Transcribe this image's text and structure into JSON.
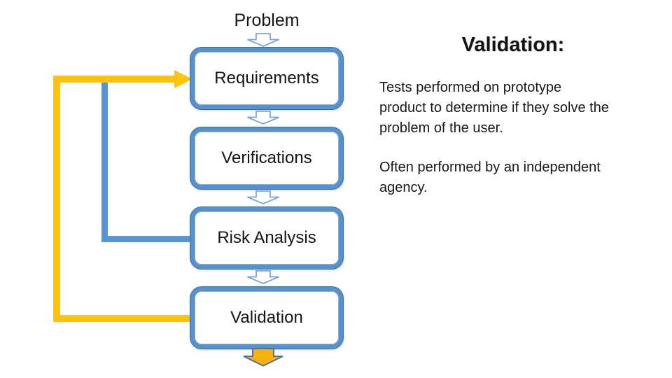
{
  "flowchart": {
    "title": "Problem",
    "boxes": [
      {
        "label": "Requirements"
      },
      {
        "label": "Verifications"
      },
      {
        "label": "Risk Analysis"
      },
      {
        "label": "Validation"
      }
    ],
    "colors": {
      "box_border": "#5591CF",
      "box_border_edge": "#3A6DA3",
      "step_arrow_outline": "#7CA6D5",
      "validation_feedback_line": "#FFC20D",
      "risk_feedback_line": "#5B94D6",
      "output_arrow_fill": "#F6B20E",
      "output_arrow_outline": "#50739B"
    }
  },
  "notes": {
    "heading": "Validation:",
    "paragraphs": [
      "Tests performed on prototype\nproduct to determine if they solve the\nproblem of the user.",
      "Often performed by an independent\nagency."
    ]
  }
}
